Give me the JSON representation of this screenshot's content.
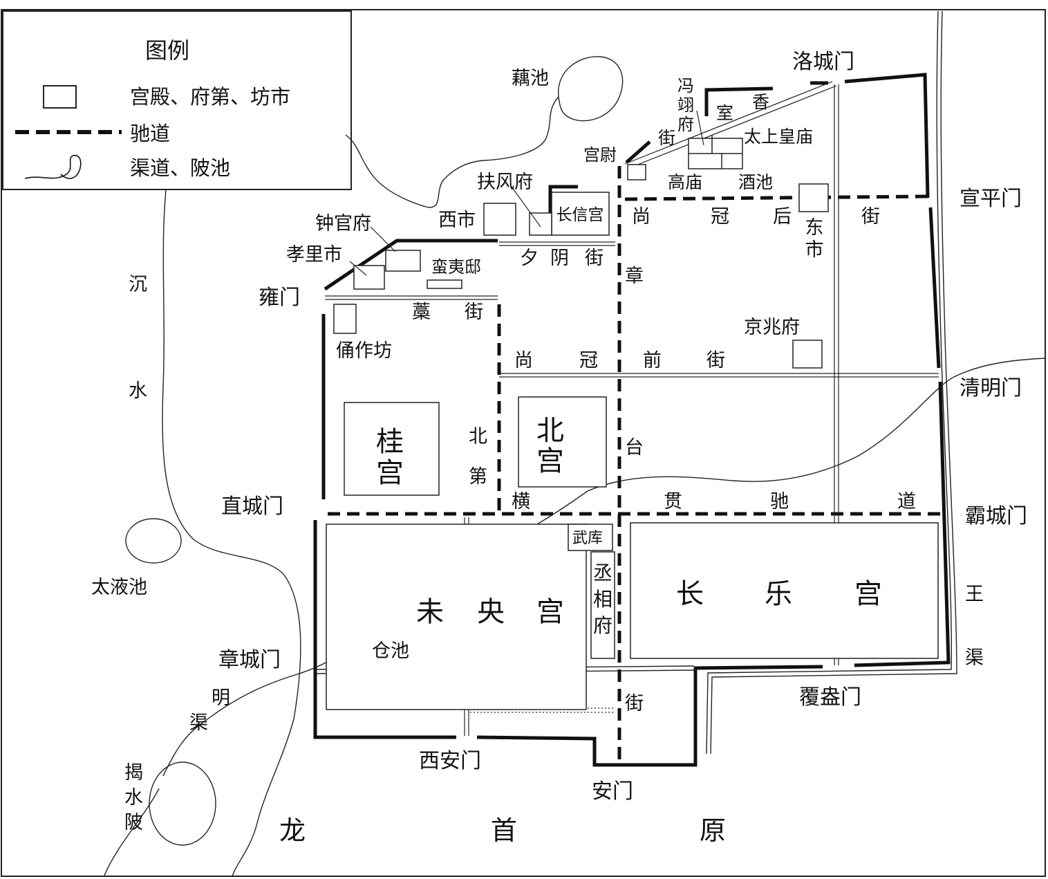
{
  "legend": {
    "title": "图例",
    "building": "宫殿、府第、坊市",
    "road": "驰道",
    "canal": "渠道、陂池"
  },
  "gates": {
    "luo": "洛城门",
    "xuanping": "宣平门",
    "qingming": "清明门",
    "bacheng": "霸城门",
    "fupan": "覆盎门",
    "an": "安门",
    "xian": "西安门",
    "zhang": "章城门",
    "zhicheng": "直城门",
    "yong": "雍门"
  },
  "palaces": {
    "weiyang": [
      "未",
      "央",
      "宫"
    ],
    "changle": [
      "长",
      "乐",
      "宫"
    ],
    "gui": [
      "桂",
      "宫"
    ],
    "bei": [
      "北",
      "宫"
    ],
    "changxin": "长信宫"
  },
  "places": {
    "dongshi": [
      "东",
      "市"
    ],
    "xishi": "西市",
    "xiaolishi": "孝里市",
    "zhongguanfu": "钟官府",
    "manyidi": "蛮夷邸",
    "yongzuofang": "俑作坊",
    "fufengfu": "扶风府",
    "gongwei": "宫尉",
    "fengyifu": [
      "冯",
      "翊",
      "府"
    ],
    "taishanghuangmiao": "太上皇庙",
    "gaomiao": "高庙",
    "jiuchi": "酒池",
    "jingzhaofu": "京兆府",
    "wuku": "武库",
    "chengxiangfu": [
      "丞",
      "相",
      "府"
    ]
  },
  "streets": {
    "shangguanhou": [
      "尚",
      "冠",
      "后",
      "街"
    ],
    "shangguanqian": [
      "尚",
      "冠",
      "前",
      "街"
    ],
    "xiyin": [
      "夕",
      "阴",
      "街"
    ],
    "gao": [
      "藁",
      "街"
    ],
    "zhangtai": [
      "章",
      "台",
      "街"
    ],
    "beidi": [
      "北",
      "第"
    ],
    "hengguan": [
      "横",
      "贯",
      "驰",
      "道"
    ],
    "shixiang": [
      "室",
      "香",
      "街"
    ]
  },
  "water": {
    "ouchi": "藕池",
    "jueshui": [
      "沉",
      "水"
    ],
    "taiyechi": "太液池",
    "cangchi": "仓池",
    "mingqu": [
      "明",
      "渠"
    ],
    "jieshuibei": [
      "揭",
      "水",
      "陂"
    ],
    "wangqu": [
      "王",
      "渠"
    ]
  },
  "terrain": {
    "longshouyuan": [
      "龙",
      "首",
      "原"
    ]
  }
}
